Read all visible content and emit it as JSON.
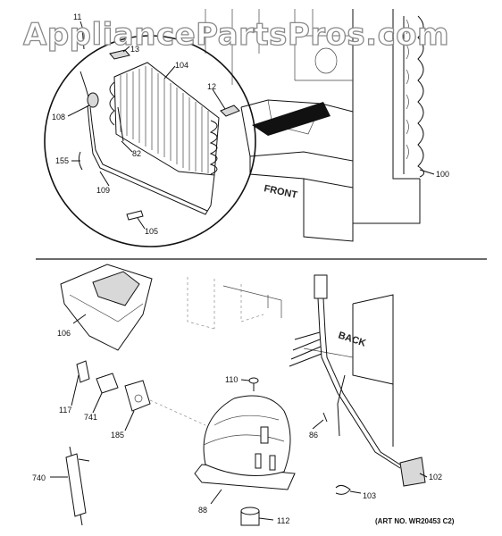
{
  "watermark": "AppliancePartsPros.com",
  "labels": {
    "front": "FRONT",
    "back": "BACK",
    "art_no": "(ART NO. WR20453 C2)"
  },
  "callouts": [
    {
      "id": "11",
      "text": "11"
    },
    {
      "id": "13",
      "text": "13"
    },
    {
      "id": "104",
      "text": "104"
    },
    {
      "id": "12",
      "text": "12"
    },
    {
      "id": "108",
      "text": "108"
    },
    {
      "id": "82",
      "text": "82"
    },
    {
      "id": "155",
      "text": "155"
    },
    {
      "id": "109",
      "text": "109"
    },
    {
      "id": "105",
      "text": "105"
    },
    {
      "id": "100",
      "text": "100"
    },
    {
      "id": "106",
      "text": "106"
    },
    {
      "id": "110",
      "text": "110"
    },
    {
      "id": "117",
      "text": "117"
    },
    {
      "id": "741",
      "text": "741"
    },
    {
      "id": "185",
      "text": "185"
    },
    {
      "id": "86",
      "text": "86"
    },
    {
      "id": "102",
      "text": "102"
    },
    {
      "id": "103",
      "text": "103"
    },
    {
      "id": "740",
      "text": "740"
    },
    {
      "id": "88",
      "text": "88"
    },
    {
      "id": "112",
      "text": "112"
    }
  ]
}
